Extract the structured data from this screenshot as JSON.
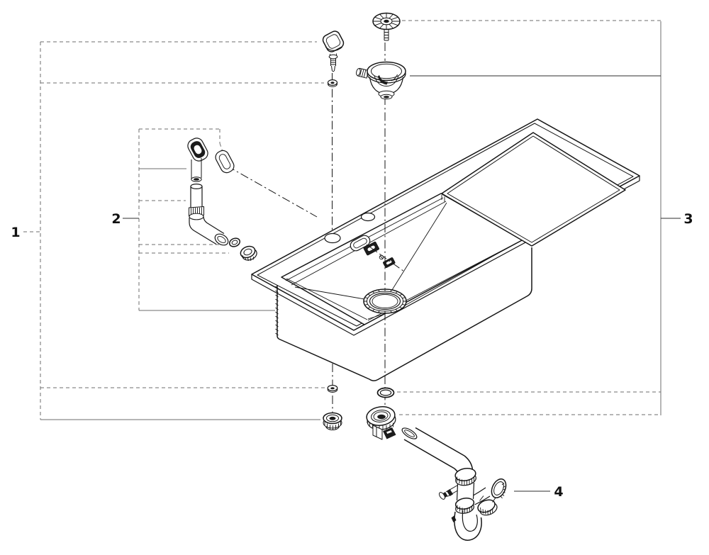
{
  "figure": {
    "kind": "exploded-parts-diagram",
    "background": "#ffffff",
    "line_color": "#161616",
    "leader_color": "#6e6e6e",
    "leader_dark_color": "#2e2e2e",
    "callouts": [
      {
        "number": "1",
        "depicts": "pop-up-knob-and-fixing-parts-group"
      },
      {
        "number": "2",
        "depicts": "overflow-pipe-assembly-group"
      },
      {
        "number": "3",
        "depicts": "strainer-waste-and-sink-group"
      },
      {
        "number": "4",
        "depicts": "drain-trap-assembly"
      }
    ]
  }
}
